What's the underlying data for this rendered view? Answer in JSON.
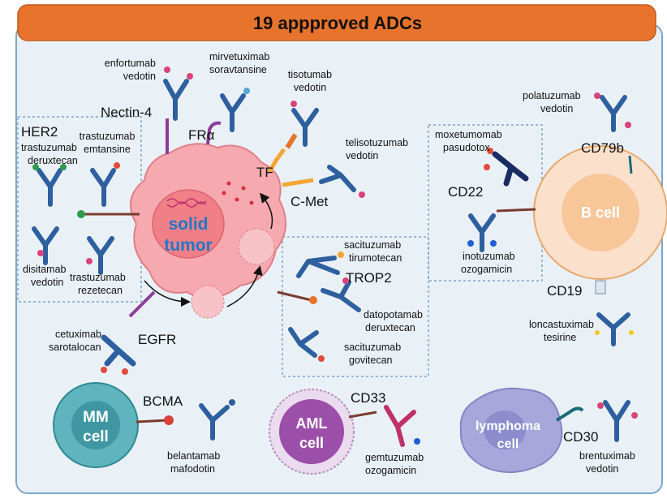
{
  "title": "19 appproved ADCs",
  "colors": {
    "header": "#e8732c",
    "panel_bg": "#e9f1f7",
    "tumor": "#f6aab0",
    "tumor_text": "#1f78c8",
    "mm_cell": "#5fb4bd",
    "aml_cell": "#9b4fa8",
    "b_cell": "#f7c79a",
    "lymphoma_cell": "#a7a7dc",
    "ab_blue": "#2e5f9e",
    "payload": "#d9437a"
  },
  "cells": {
    "solid_tumor": [
      "solid",
      "tumor"
    ],
    "mm": [
      "MM",
      "cell"
    ],
    "aml": [
      "AML",
      "cell"
    ],
    "b_cell": "B cell",
    "lymphoma": [
      "lymphoma",
      "cell"
    ]
  },
  "targets": {
    "nectin4": "Nectin-4",
    "fra": "FRα",
    "tf": "TF",
    "cmet": "C-Met",
    "her2": "HER2",
    "trop2": "TROP2",
    "egfr": "EGFR",
    "bcma": "BCMA",
    "cd33": "CD33",
    "cd22": "CD22",
    "cd79b": "CD79b",
    "cd19": "CD19",
    "cd30": "CD30"
  },
  "drugs": {
    "enfortumab": [
      "enfortumab",
      "vedotin"
    ],
    "mirvetuximab": [
      "mirvetuximab",
      "soravtansine"
    ],
    "tisotumab": [
      "tisotumab",
      "vedotin"
    ],
    "telisotuzumab": [
      "telisotuzumab",
      "vedotin"
    ],
    "trastuzumab_deruxtecan": [
      "trastuzumab",
      "deruxtecan"
    ],
    "trastuzumab_emtansine": [
      "trastuzumab",
      "emtansine"
    ],
    "disitamab": [
      "disitamab",
      "vedotin"
    ],
    "trastuzumab_rezetecan": [
      "trastuzumab",
      "rezetecan"
    ],
    "sacituzumab_tirumotecan": [
      "sacituzumab",
      "tirumotecan"
    ],
    "datopotamab": [
      "datopotamab",
      "deruxtecan"
    ],
    "sacituzumab_govitecan": [
      "sacituzumab",
      "govitecan"
    ],
    "cetuximab": [
      "cetuximab",
      "sarotalocan"
    ],
    "belantamab": [
      "belantamab",
      "mafodotin"
    ],
    "gemtuzumab": [
      "gemtuzumab",
      "ozogamicin"
    ],
    "moxetumomab": [
      "moxetumomab",
      "pasudotox"
    ],
    "inotuzumab": [
      "inotuzumab",
      "ozogamicin"
    ],
    "polatuzumab": [
      "polatuzumab",
      "vedotin"
    ],
    "loncastuximab": [
      "loncastuximab",
      "tesirine"
    ],
    "brentuximab": [
      "brentuximab",
      "vedotin"
    ]
  }
}
